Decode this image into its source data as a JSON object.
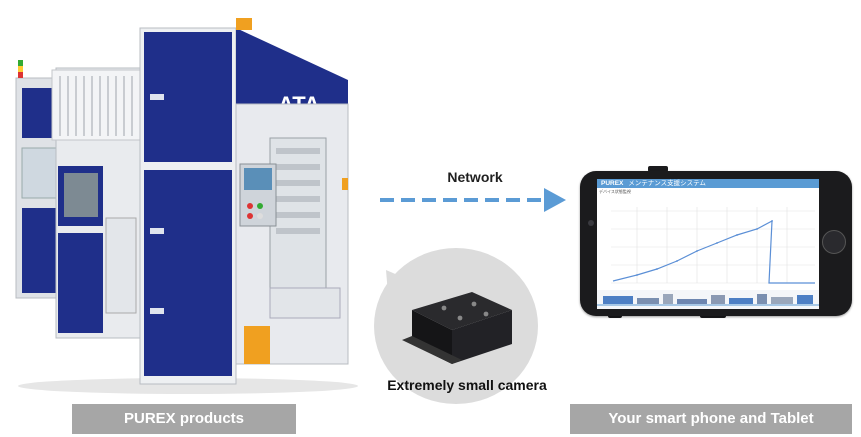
{
  "machine": {
    "brand_logo": "ATA",
    "icon": "purex-machine-illustration"
  },
  "network": {
    "label": "Network",
    "icon": "dashed-arrow-right-icon",
    "color": "#5b9bd5"
  },
  "camera": {
    "label": "Extremely small camera",
    "icon": "camera-box-icon"
  },
  "tablet": {
    "screen_title": "メンテナンス支援システム",
    "screen_logo": "PUREX",
    "screen_subtitle": "デバイス状態監視"
  },
  "captions": {
    "left": "PUREX products",
    "right": "Your smart phone and Tablet"
  },
  "colors": {
    "machine_panel": "#1f2f8a",
    "caption_bg": "#a6a6a6",
    "screen_header": "#5a9bd4",
    "chart_line": "#5b8fd6"
  }
}
